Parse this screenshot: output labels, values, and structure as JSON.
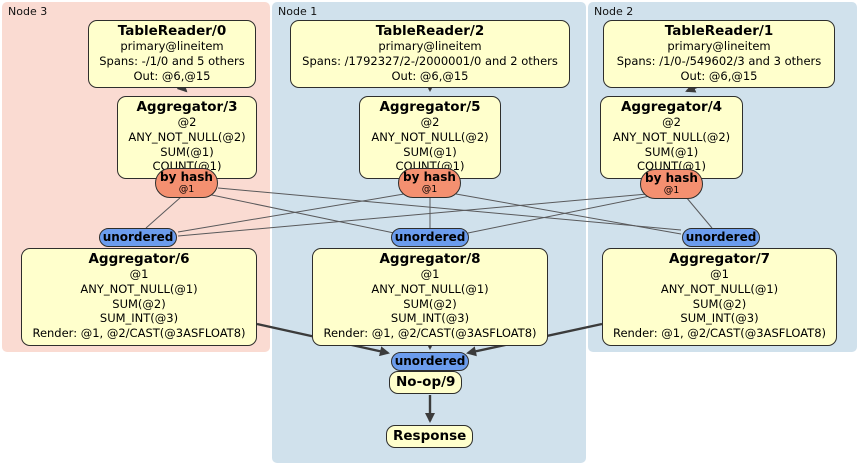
{
  "regions": [
    {
      "label": "Node 3"
    },
    {
      "label": "Node 1"
    },
    {
      "label": "Node 2"
    }
  ],
  "processors": {
    "tableReader0": {
      "title": "TableReader/0",
      "rows": [
        "primary@lineitem",
        "Spans: -/1/0 and 5 others",
        "Out: @6,@15"
      ]
    },
    "tableReader2": {
      "title": "TableReader/2",
      "rows": [
        "primary@lineitem",
        "Spans: /1792327/2-/2000001/0 and 2 others",
        "Out: @6,@15"
      ]
    },
    "tableReader1": {
      "title": "TableReader/1",
      "rows": [
        "primary@lineitem",
        "Spans: /1/0-/549602/3 and 3 others",
        "Out: @6,@15"
      ]
    },
    "aggregator3": {
      "title": "Aggregator/3",
      "rows": [
        "@2",
        "ANY_NOT_NULL(@2)",
        "SUM(@1)",
        "COUNT(@1)"
      ]
    },
    "aggregator5": {
      "title": "Aggregator/5",
      "rows": [
        "@2",
        "ANY_NOT_NULL(@2)",
        "SUM(@1)",
        "COUNT(@1)"
      ]
    },
    "aggregator4": {
      "title": "Aggregator/4",
      "rows": [
        "@2",
        "ANY_NOT_NULL(@2)",
        "SUM(@1)",
        "COUNT(@1)"
      ]
    },
    "aggregator6": {
      "title": "Aggregator/6",
      "rows": [
        "@1",
        "ANY_NOT_NULL(@1)",
        "SUM(@2)",
        "SUM_INT(@3)",
        "Render: @1, @2/CAST(@3ASFLOAT8)"
      ]
    },
    "aggregator8": {
      "title": "Aggregator/8",
      "rows": [
        "@1",
        "ANY_NOT_NULL(@1)",
        "SUM(@2)",
        "SUM_INT(@3)",
        "Render: @1, @2/CAST(@3ASFLOAT8)"
      ]
    },
    "aggregator7": {
      "title": "Aggregator/7",
      "rows": [
        "@1",
        "ANY_NOT_NULL(@1)",
        "SUM(@2)",
        "SUM_INT(@3)",
        "Render: @1, @2/CAST(@3ASFLOAT8)"
      ]
    },
    "noop": {
      "title": "No-op/9"
    },
    "response": {
      "title": "Response"
    }
  },
  "routers": {
    "byHash": {
      "label": "by hash",
      "detail": "@1"
    }
  },
  "streams": {
    "unorderedLabel": "unordered"
  },
  "colors": {
    "node3Background": "#fadbd2",
    "node1Background": "#d0e1ec",
    "node2Background": "#d0e1ec",
    "processorFill": "#ffffcc",
    "hashRouterFill": "#f49070",
    "unorderedStreamFill": "#6b9ced"
  }
}
